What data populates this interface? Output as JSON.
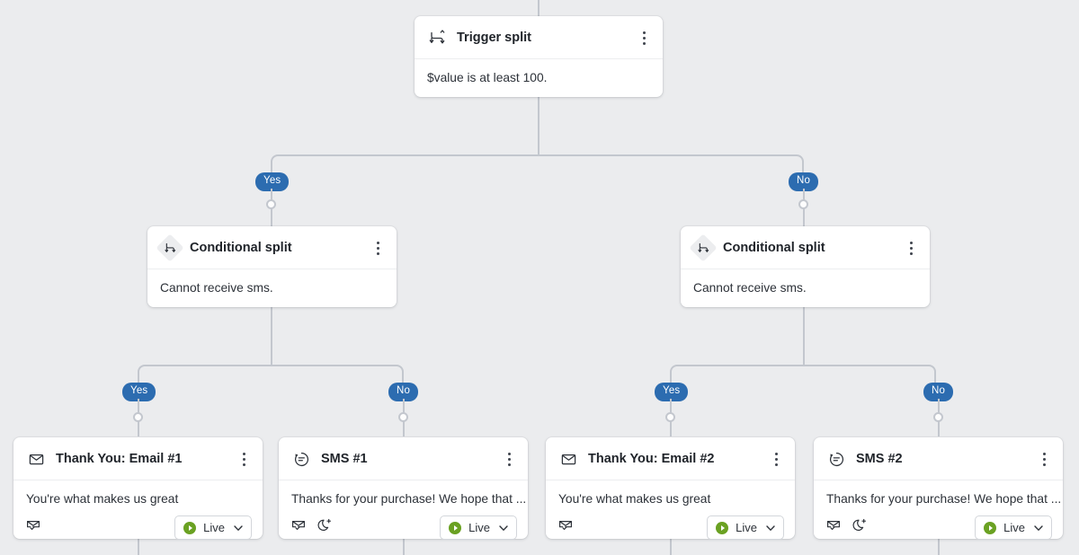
{
  "canvas": {
    "background_color": "#ebecee",
    "connector_color": "#c3c7ce",
    "branch_pill_color": "#2c6cb0",
    "status_live_color": "#6aa122"
  },
  "labels": {
    "yes": "Yes",
    "no": "No"
  },
  "nodes": {
    "trigger_split": {
      "icon": "trigger-split-icon",
      "title": "Trigger split",
      "description": "$value is at least 100."
    },
    "conditional_split_left": {
      "icon": "conditional-split-icon",
      "title": "Conditional split",
      "description": "Cannot receive sms."
    },
    "conditional_split_right": {
      "icon": "conditional-split-icon",
      "title": "Conditional split",
      "description": "Cannot receive sms."
    },
    "email_1": {
      "icon": "envelope-icon",
      "title": "Thank You: Email #1",
      "description": "You're what makes us great",
      "foot_icons": [
        "envelope-check-icon"
      ],
      "status": "Live"
    },
    "sms_1": {
      "icon": "sms-icon",
      "title": "SMS #1",
      "description": "Thanks for your purchase! We hope that ...",
      "foot_icons": [
        "envelope-check-icon",
        "quiet-hours-moon-icon"
      ],
      "status": "Live"
    },
    "email_2": {
      "icon": "envelope-icon",
      "title": "Thank You: Email #2",
      "description": "You're what makes us great",
      "foot_icons": [
        "envelope-check-icon"
      ],
      "status": "Live"
    },
    "sms_2": {
      "icon": "sms-icon",
      "title": "SMS #2",
      "description": "Thanks for your purchase! We hope that ...",
      "foot_icons": [
        "envelope-check-icon",
        "quiet-hours-moon-icon"
      ],
      "status": "Live"
    }
  },
  "branches": {
    "trigger_yes": "Yes",
    "trigger_no": "No",
    "left_yes": "Yes",
    "left_no": "No",
    "right_yes": "Yes",
    "right_no": "No"
  }
}
